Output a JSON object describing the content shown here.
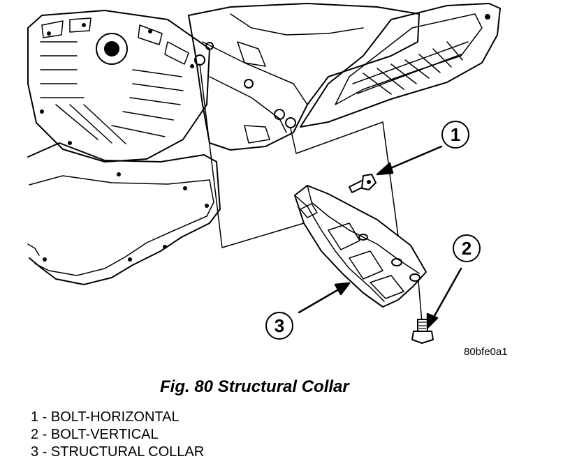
{
  "callouts": [
    {
      "number": "1",
      "target": "bolt-horizontal"
    },
    {
      "number": "2",
      "target": "bolt-vertical"
    },
    {
      "number": "3",
      "target": "structural-collar"
    }
  ],
  "image_code": "80bfe0a1",
  "caption": "Fig. 80 Structural Collar",
  "legend": [
    "1 - BOLT-HORIZONTAL",
    "2 - BOLT-VERTICAL",
    "3 - STRUCTURAL COLLAR"
  ]
}
